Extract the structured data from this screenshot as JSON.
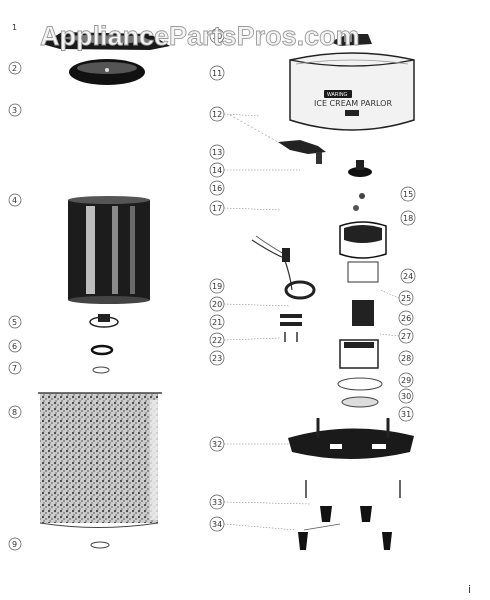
{
  "watermark": "AppliancePartsPros.com",
  "brand_label": "WARING",
  "model_label": "ICE CREAM PARLOR",
  "callouts": {
    "c1": "1",
    "c2": "2",
    "c3": "3",
    "c4": "4",
    "c5": "5",
    "c6": "6",
    "c7": "7",
    "c8": "8",
    "c9": "9",
    "c10": "10",
    "c11": "11",
    "c12": "12",
    "c13": "13",
    "c14": "14",
    "c15": "15",
    "c16": "16",
    "c17": "17",
    "c18": "18",
    "c19": "19",
    "c20": "20",
    "c21": "21",
    "c22": "22",
    "c23": "23",
    "c24": "24",
    "c25": "25",
    "c26": "26",
    "c27": "27",
    "c28": "28",
    "c29": "29",
    "c30": "30",
    "c31": "31",
    "c32": "32",
    "c33": "33",
    "c34": "34"
  },
  "page_mark": "i"
}
